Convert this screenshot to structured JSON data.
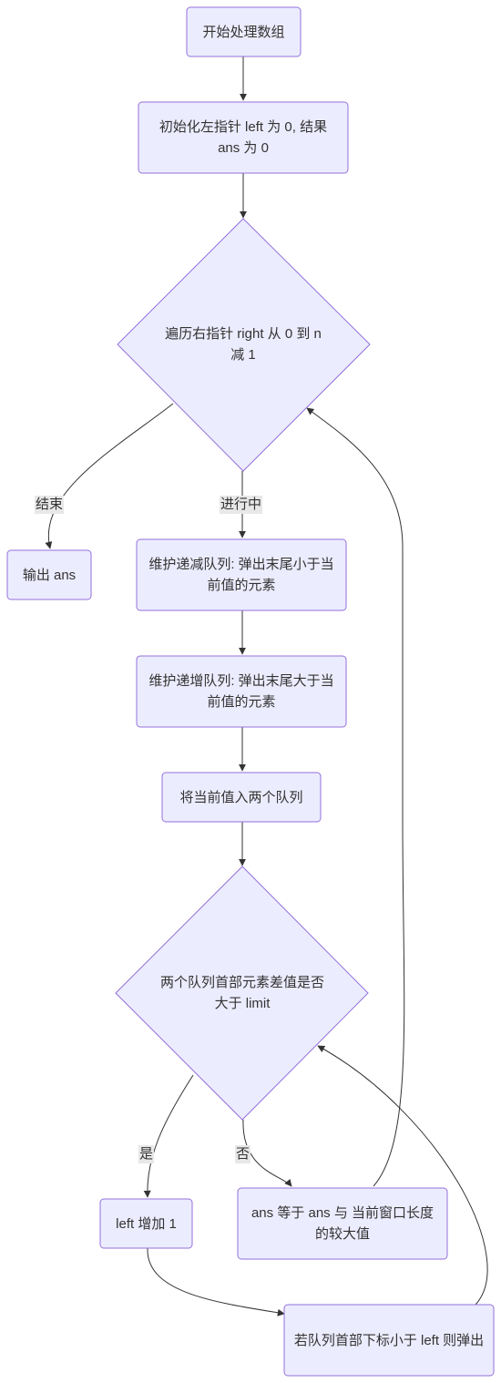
{
  "colors": {
    "node_fill": "#ECECFF",
    "node_stroke": "#9370DB",
    "edge": "#333333",
    "label_bg": "#e8e8e8",
    "text": "#333333"
  },
  "nodes": {
    "start": "开始处理数组",
    "init": "初始化左指针 left 为 0, 结果 ans 为 0",
    "loop": "遍历右指针 right 从 0 到 n 减 1",
    "output": "输出 ans",
    "maintain_dec": "维护递减队列: 弹出末尾小于当前值的元素",
    "maintain_inc": "维护递增队列: 弹出末尾大于当前值的元素",
    "push": "将当前值入两个队列",
    "check": "两个队列首部元素差值是否大于 limit",
    "left_inc": "left 增加 1",
    "update_ans": "ans 等于 ans 与 当前窗口长度的较大值",
    "pop_front": "若队列首部下标小于 left 则弹出"
  },
  "edge_labels": {
    "end": "结束",
    "in_progress": "进行中",
    "yes": "是",
    "no": "否"
  }
}
